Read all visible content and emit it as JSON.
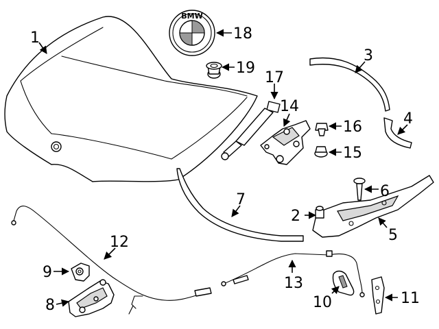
{
  "emblem_text": "BMW",
  "callouts": [
    "1",
    "2",
    "3",
    "4",
    "5",
    "6",
    "7",
    "8",
    "9",
    "10",
    "11",
    "12",
    "13",
    "14",
    "15",
    "16",
    "17",
    "18",
    "19"
  ]
}
